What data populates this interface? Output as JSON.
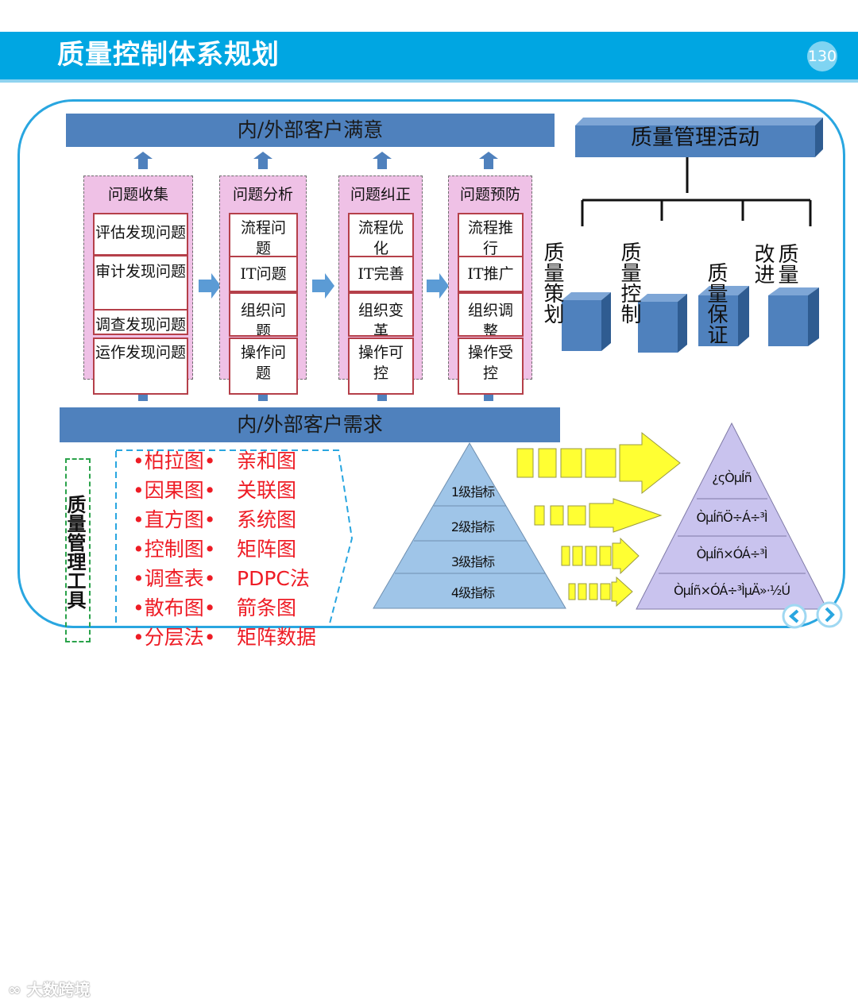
{
  "header": {
    "title": "质量控制体系规划",
    "page_number": "130"
  },
  "diagram": {
    "top_band": "内/外部客户满意",
    "bottom_band": "内/外部客户需求",
    "columns": [
      {
        "title": "问题收集",
        "cells": [
          "评估发现问题",
          "审计发现问题",
          "调查发现问题",
          "运作发现问题"
        ]
      },
      {
        "title": "问题分析",
        "cells": [
          "流程问题",
          "IT问题",
          "组织问题",
          "操作问题"
        ]
      },
      {
        "title": "问题纠正",
        "cells": [
          "流程优化",
          "IT完善",
          "组织变革",
          "操作可控"
        ]
      },
      {
        "title": "问题预防",
        "cells": [
          "流程推行",
          "IT推广",
          "组织调整",
          "操作受控"
        ]
      }
    ],
    "activities": {
      "title": "质量管理活动",
      "items": [
        "质量策划",
        "质量控制",
        "质量保证",
        "质量改进"
      ]
    }
  },
  "tools": {
    "title": "质量管理工具",
    "left": [
      "•柏拉图•",
      "•因果图•",
      "•直方图•",
      "•控制图•",
      "•调查表•",
      "•散布图•",
      "•分层法•"
    ],
    "right": [
      "亲和图",
      "关联图",
      "系统图",
      "矩阵图",
      "PDPC法",
      "箭条图",
      "矩阵数据"
    ]
  },
  "pyramids": {
    "left_levels": [
      "1级指标",
      "2级指标",
      "3级指标",
      "4级指标"
    ],
    "right_levels": [
      "¿ςÒμÍñ",
      "ÒμÍñÖ÷Á÷³Ì",
      "ÒμÍñ×ÓÁ÷³Ì",
      "ÒμÍñ×ÓÁ÷³ÌμÄ»·½Ú"
    ]
  },
  "colors": {
    "title_bar": "#00a6e2",
    "band": "#4f81bd",
    "column": "#efc1e6",
    "cell_border": "#b5404a",
    "tool_text": "#ee1c25",
    "frame": "#29a6e0",
    "pyramid_left": "#9fc5e8",
    "pyramid_right": "#c9c3ee",
    "arrow": "#ffff33"
  },
  "footer": {
    "watermark": "大数跨境"
  }
}
